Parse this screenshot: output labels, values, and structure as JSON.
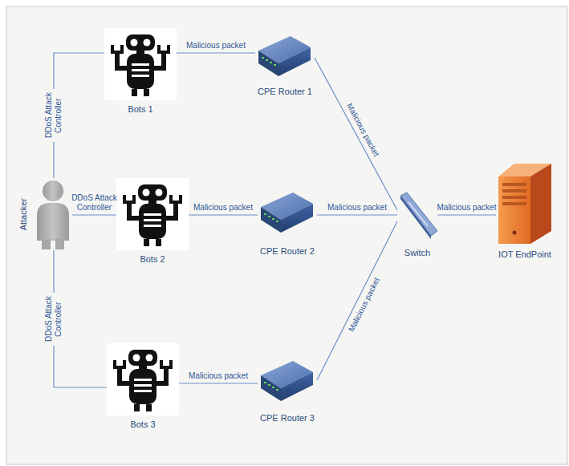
{
  "diagram": {
    "nodes": [
      {
        "text": [
          "Attacker"
        ]
      },
      {
        "text": [
          "Bots 1"
        ]
      },
      {
        "text": [
          "CPE Router 1"
        ]
      },
      {
        "text": [
          "Bots 2"
        ]
      },
      {
        "text": [
          "CPE Router 2"
        ]
      },
      {
        "text": [
          "Bots 3"
        ]
      },
      {
        "text": [
          "CPE Router 3"
        ]
      },
      {
        "text": [
          "Switch"
        ]
      },
      {
        "text": [
          "IOT EndPoint"
        ]
      }
    ],
    "edges": [
      {
        "from": 0,
        "to": 1,
        "arrow": "none",
        "label": "DDoS Attack Controller"
      },
      {
        "from": 0,
        "to": 3,
        "arrow": "none",
        "label": "DDoS Attack Controller"
      },
      {
        "from": 0,
        "to": 5,
        "arrow": "none",
        "label": "DDoS Attack Controller"
      },
      {
        "from": 1,
        "to": 2,
        "arrow": "none",
        "label": "Malicious packet"
      },
      {
        "from": 3,
        "to": 4,
        "arrow": "none",
        "label": "Malicious packet"
      },
      {
        "from": 5,
        "to": 6,
        "arrow": "none",
        "label": "Malicious packet"
      },
      {
        "from": 2,
        "to": 7,
        "arrow": "none",
        "label": "Malicious packet"
      },
      {
        "from": 4,
        "to": 7,
        "arrow": "none",
        "label": "Malicious packet"
      },
      {
        "from": 6,
        "to": 7,
        "arrow": "none",
        "label": "Malicious packet"
      },
      {
        "from": 7,
        "to": 8,
        "arrow": "none",
        "label": "Malicious packet"
      }
    ]
  }
}
